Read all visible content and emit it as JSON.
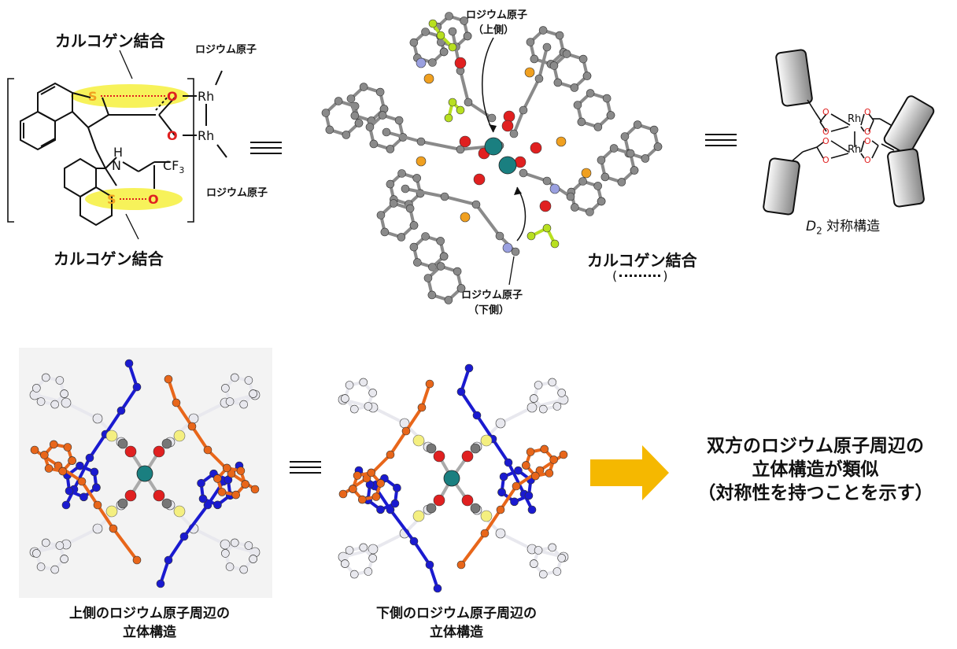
{
  "top": {
    "chalcogen_bond_upper": "カルコゲン結合",
    "chalcogen_bond_lower": "カルコゲン結合",
    "rh_atom_label_a": "ロジウム原子",
    "rh_atom_label_b": "ロジウム原子",
    "chem": {
      "s1": "S",
      "s2": "S",
      "o1": "O",
      "o2": "O",
      "o3": "O",
      "rh1": "Rh",
      "rh2": "Rh",
      "h": "H",
      "n": "N",
      "cf3": "CF",
      "cf3_sub": "3"
    },
    "crystal": {
      "rh_upper_line1": "ロジウム原子",
      "rh_upper_line2": "（上側）",
      "rh_lower_line1": "ロジウム原子",
      "rh_lower_line2": "（下側）",
      "chalcogen_bond": "カルコゲン結合",
      "chalcogen_legend_open": "(",
      "chalcogen_legend_close": ")"
    },
    "schematic": {
      "symmetry_d": "D",
      "symmetry_sub": "2",
      "symmetry_text": " 対称構造",
      "rh1": "Rh",
      "rh2": "Rh",
      "o": "O"
    }
  },
  "bottom": {
    "left_caption_line1": "上側のロジウム原子周辺の",
    "left_caption_line2": "立体構造",
    "right_caption_line1": "下側のロジウム原子周辺の",
    "right_caption_line2": "立体構造",
    "conclusion_line1": "双方のロジウム原子周辺の",
    "conclusion_line2": "立体構造が類似",
    "conclusion_line3": "（対称性を持つことを示す）"
  },
  "colors": {
    "sulfur": "#f0a020",
    "oxygen": "#e02020",
    "rhodium": "#1a7f80",
    "highlight": "#f7f25a",
    "nitrogen": "#9aa0e0",
    "fluorine": "#b8e020",
    "carbon": "#8a8a8a",
    "blue_ligand": "#1a1ad0",
    "orange_ligand": "#e8661a",
    "white_ligand": "#e8e8ee",
    "arrow": "#f5b800"
  }
}
